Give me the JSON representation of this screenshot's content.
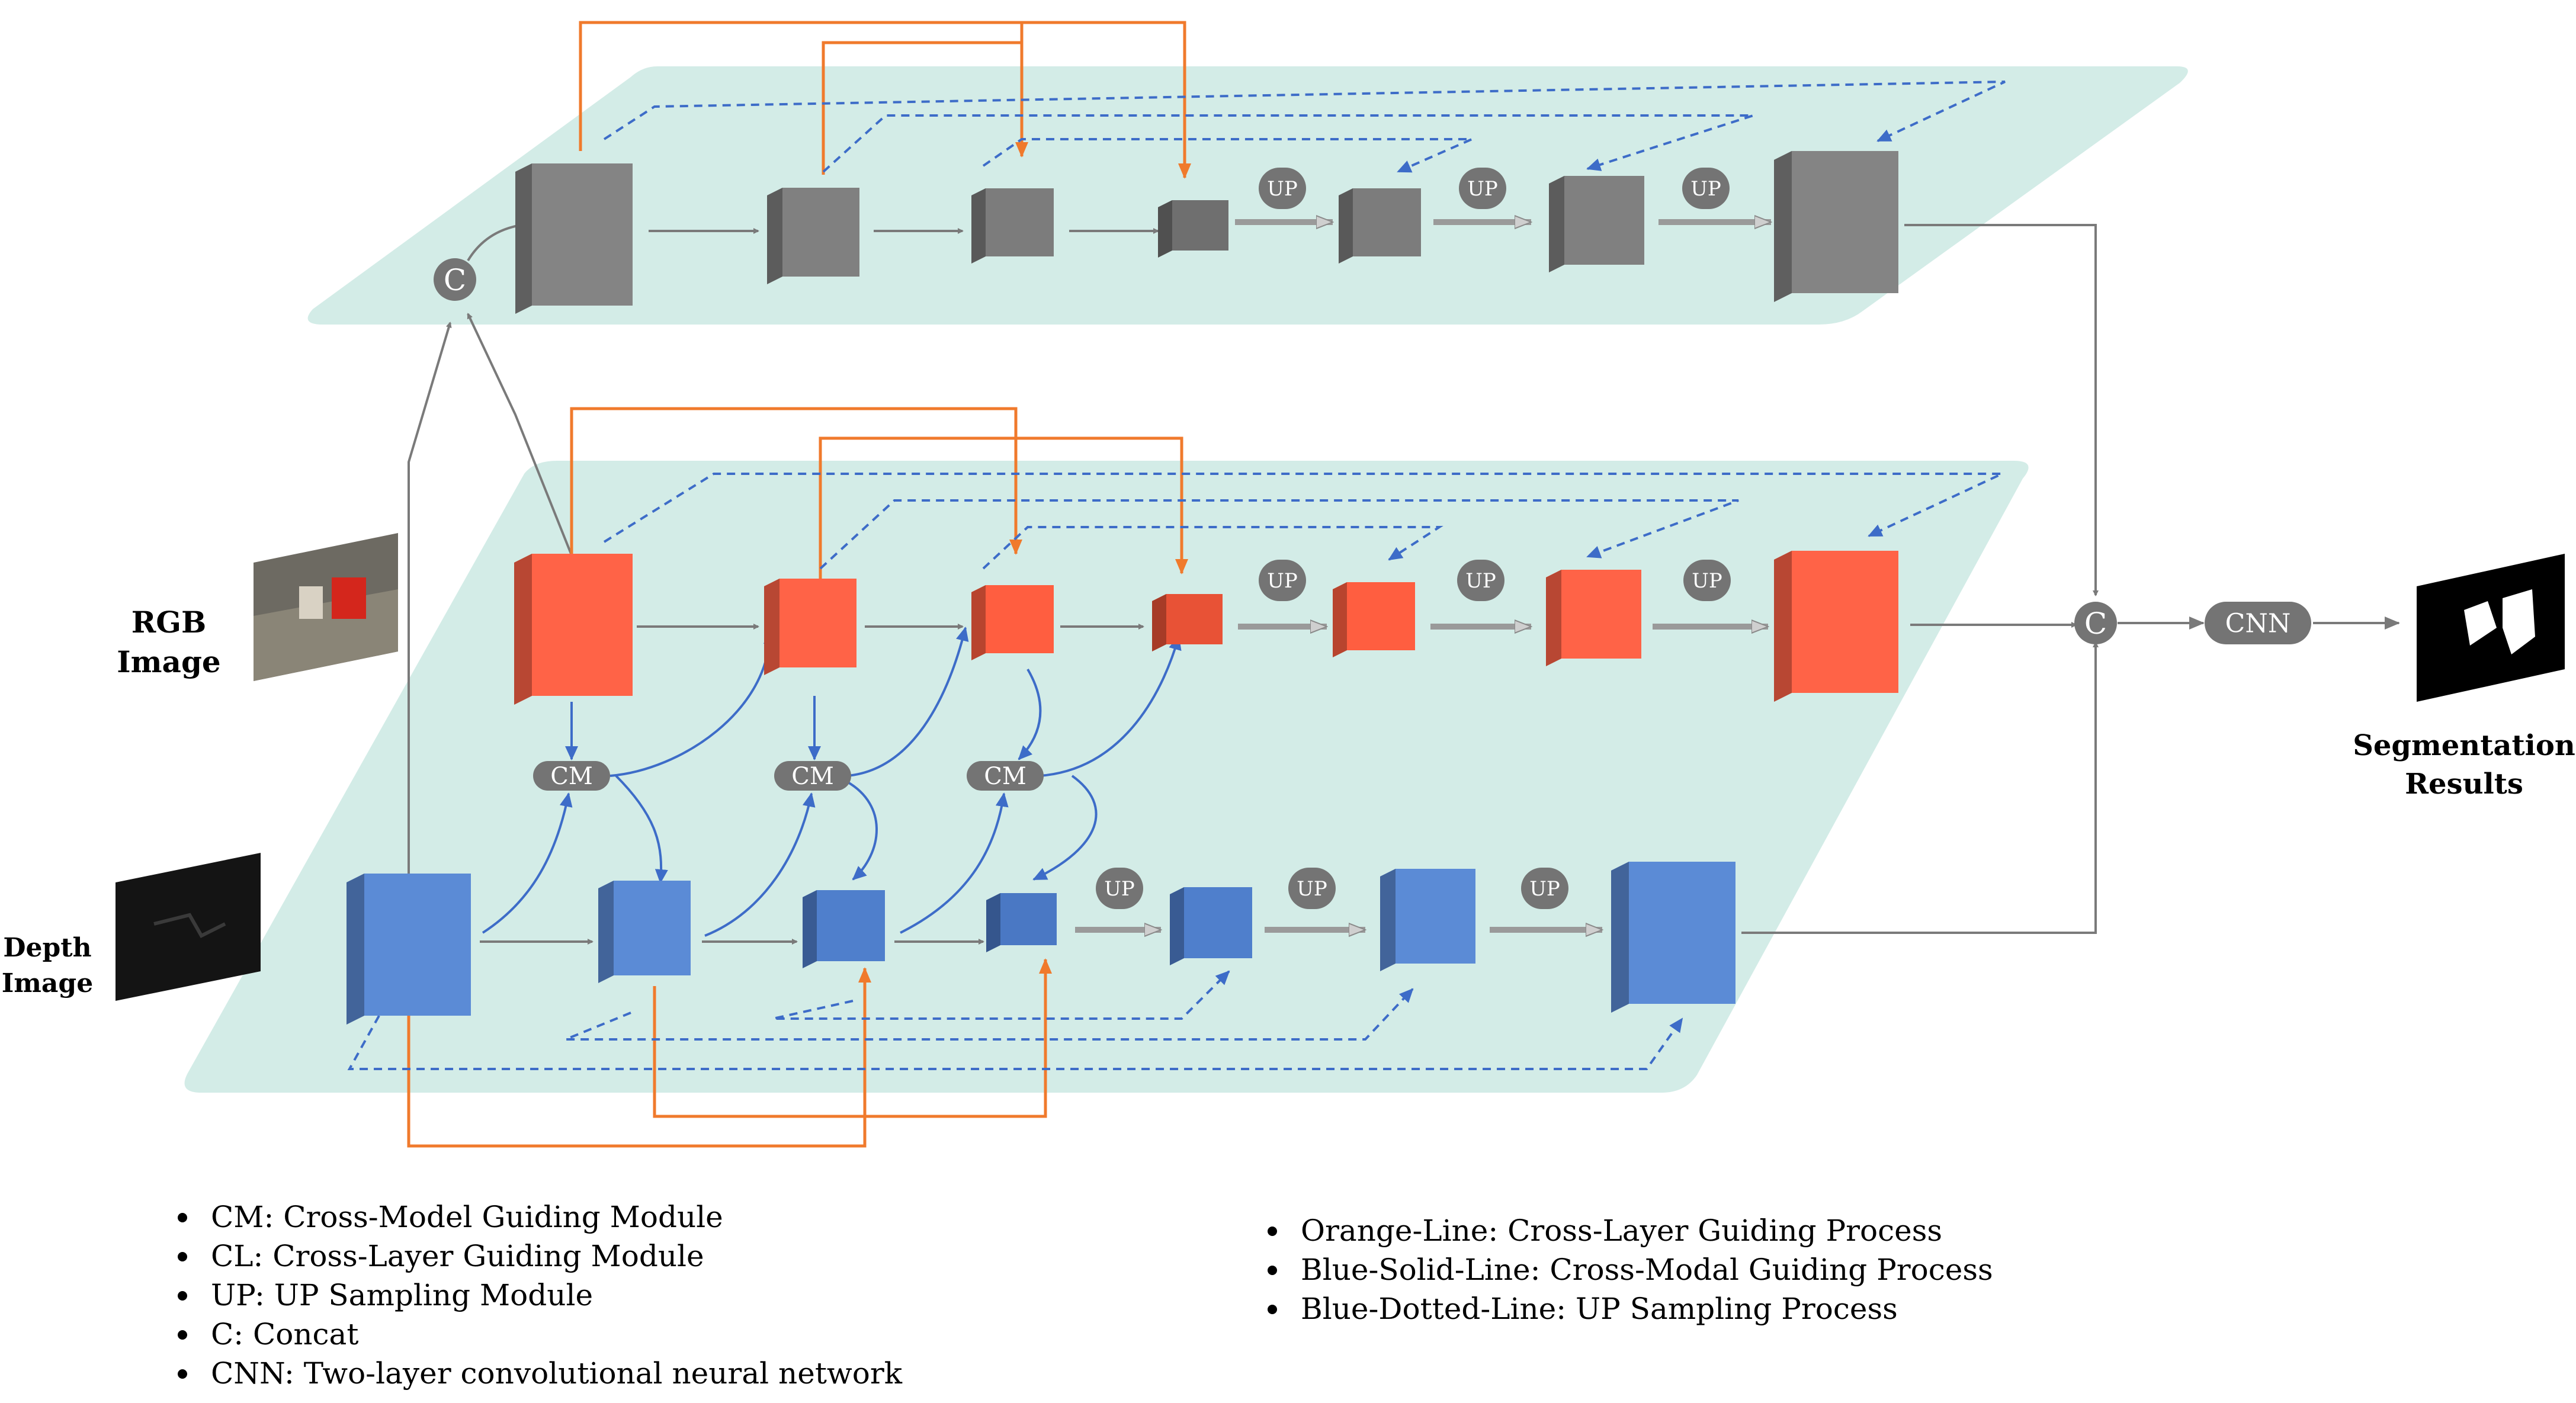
{
  "labels": {
    "rgb_line1": "RGB",
    "rgb_line2": "Image",
    "depth_line1": "Depth",
    "depth_line2": "Image",
    "seg_line1": "Segmentation",
    "seg_line2": "Results"
  },
  "modules": {
    "up": "UP",
    "cm": "CM",
    "concat": "C",
    "cnn": "CNN"
  },
  "legend_left": [
    "CM: Cross-Model Guiding Module",
    "CL: Cross-Layer Guiding Module",
    "UP: UP Sampling Module",
    "C: Concat",
    "CNN: Two-layer convolutional neural network"
  ],
  "legend_right": [
    "Orange-Line: Cross-Layer Guiding Process",
    "Blue-Solid-Line: Cross-Modal Guiding Process",
    "Blue-Dotted-Line: UP Sampling Process"
  ],
  "colors": {
    "panel": "#d3ece7",
    "gray_block": "#7f7f7f",
    "red_block": "#ff6347",
    "blue_block": "#5b8bd6",
    "orange_line": "#f07a2c",
    "blue_line": "#3d6cc8",
    "arrow_gray": "#7a7a7a",
    "pill": "#747474"
  }
}
